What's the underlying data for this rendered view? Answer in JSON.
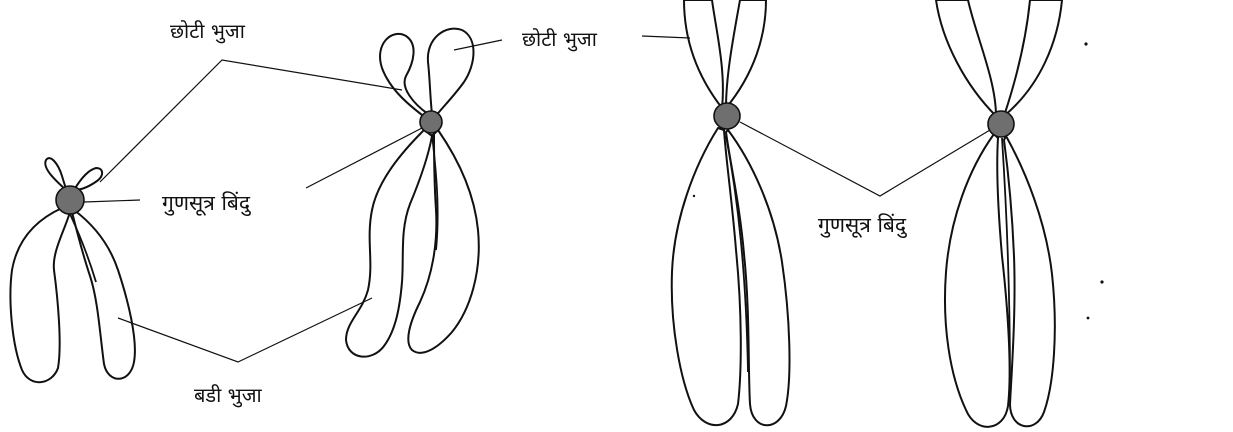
{
  "labels": {
    "short_arm_left": "छोटी भुजा",
    "short_arm_right": "छोटी भुजा",
    "centromere_left": "गुणसूत्र बिंदु",
    "centromere_right": "गुणसूत्र बिंदु",
    "long_arm": "बडी भुजा"
  }
}
